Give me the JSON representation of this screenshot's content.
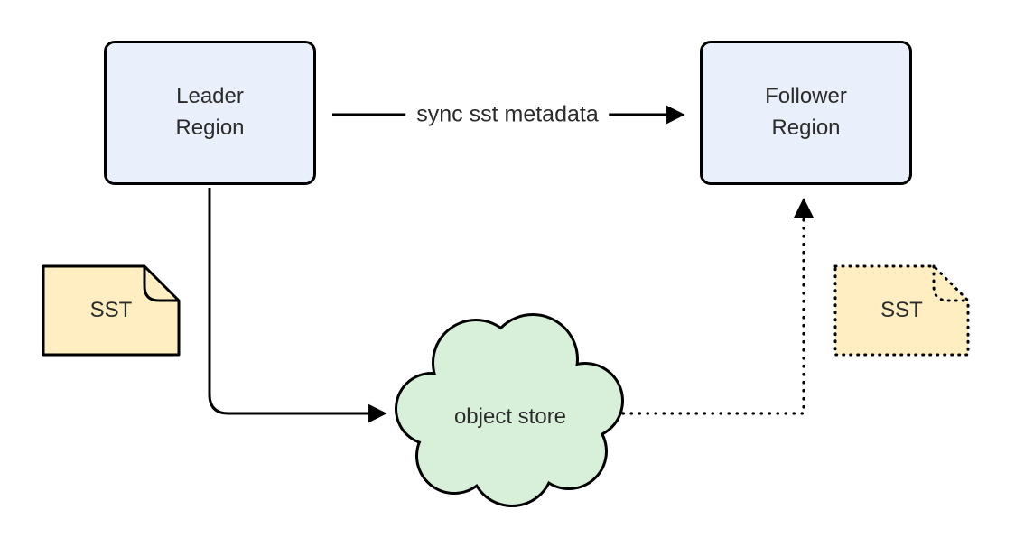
{
  "diagram": {
    "leader": {
      "label": "Leader\nRegion"
    },
    "follower": {
      "label": "Follower\nRegion"
    },
    "sync_edge": {
      "label": "sync sst metadata"
    },
    "object_store": {
      "label": "object store"
    },
    "sst_left": {
      "label": "SST"
    },
    "sst_right": {
      "label": "SST"
    },
    "colors": {
      "background": "#ffffff",
      "node_fill": "#e9effb",
      "node_border": "#000000",
      "cloud_fill": "#d8f0da",
      "sst_fill": "#ffeec2",
      "line_color": "#000000",
      "text_color": "#2b2b2b"
    }
  }
}
